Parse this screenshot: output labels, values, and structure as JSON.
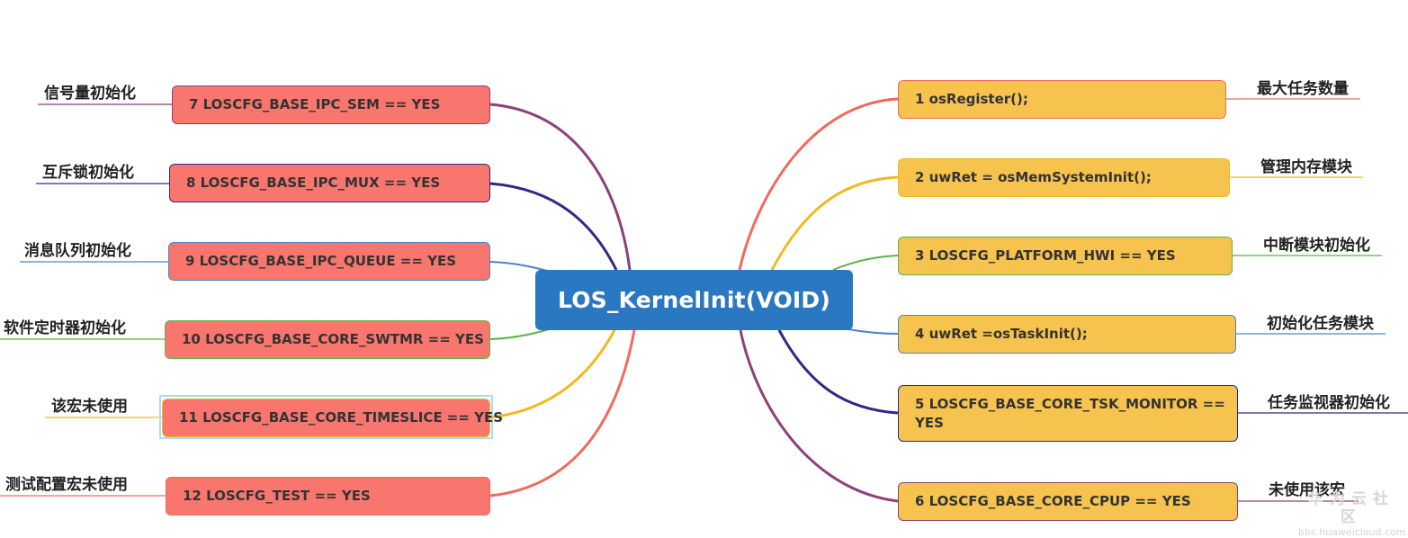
{
  "center": {
    "label": "LOS_KernelInit(VOID)",
    "color": "#2b78c2"
  },
  "left_nodes": [
    {
      "text": "7 LOSCFG_BASE_IPC_SEM == YES",
      "note": "信号量初始化"
    },
    {
      "text": "8 LOSCFG_BASE_IPC_MUX == YES",
      "note": "互斥锁初始化"
    },
    {
      "text": "9 LOSCFG_BASE_IPC_QUEUE == YES",
      "note": "消息队列初始化"
    },
    {
      "text": "10 LOSCFG_BASE_CORE_SWTMR == YES",
      "note": "软件定时器初始化"
    },
    {
      "text": "11 LOSCFG_BASE_CORE_TIMESLICE == YES",
      "note": "该宏未使用"
    },
    {
      "text": "12 LOSCFG_TEST == YES",
      "note": "测试配置宏未使用"
    }
  ],
  "right_nodes": [
    {
      "text": "1 osRegister();",
      "note": "最大任务数量"
    },
    {
      "text": "2 uwRet = osMemSystemInit();",
      "note": "管理内存模块"
    },
    {
      "text": "3 LOSCFG_PLATFORM_HWI == YES",
      "note": "中断模块初始化"
    },
    {
      "text": "4 uwRet =osTaskInit();",
      "note": "初始化任务模块"
    },
    {
      "text": "5 LOSCFG_BASE_CORE_TSK_MONITOR == YES",
      "note": "任务监视器初始化"
    },
    {
      "text": "6 LOSCFG_BASE_CORE_CPUP == YES",
      "note": "未使用该宏"
    }
  ],
  "colors": {
    "left_node_fill": "#f8766e",
    "right_node_fill": "#f6c34e",
    "branch_purple": "#8e3f7c",
    "branch_indigo": "#2e2a86",
    "branch_blue": "#4a86c8",
    "branch_green": "#5bb546",
    "branch_yellow": "#f2b91e",
    "branch_red": "#f06a5c"
  },
  "watermark": {
    "cn": "华为云社区",
    "url": "bbs.huaweicloud.com"
  }
}
